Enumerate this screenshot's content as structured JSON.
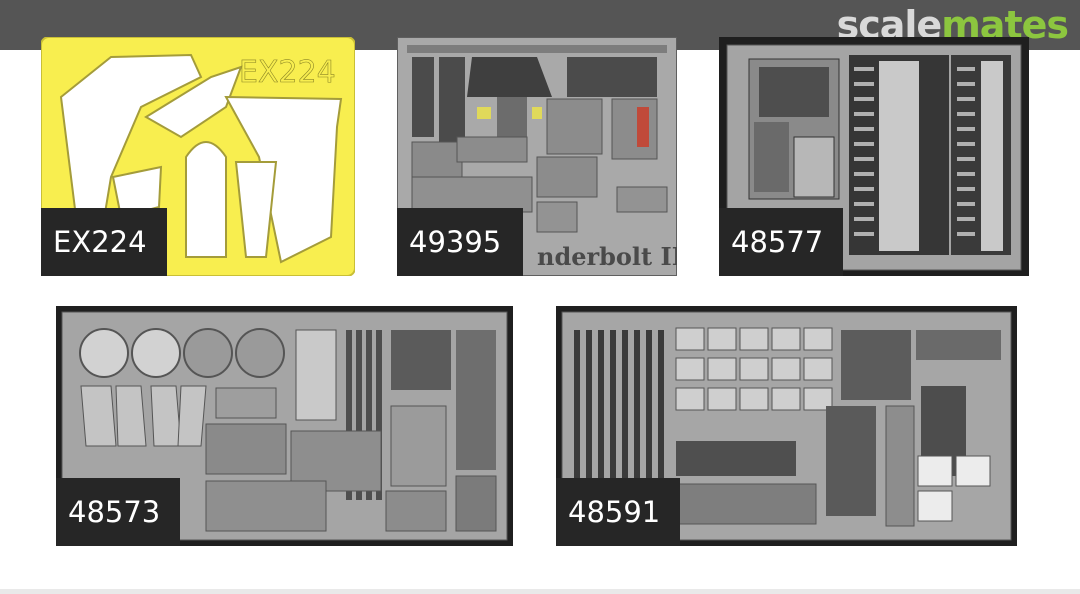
{
  "brand": {
    "part1": "scale",
    "part2": "mates"
  },
  "tiles": [
    {
      "code": "EX224",
      "fret_text": "EX224"
    },
    {
      "code": "49395",
      "fret_text": "nderbolt II"
    },
    {
      "code": "48577",
      "fret_text": ""
    },
    {
      "code": "48573",
      "fret_text": ""
    },
    {
      "code": "48591",
      "fret_text": ""
    }
  ],
  "colors": {
    "mask_yellow": "#f8ee4f",
    "fret_grey": "#a8a8a8",
    "dark_bg": "#1f1f1f",
    "brand_green": "#8cc63f"
  }
}
